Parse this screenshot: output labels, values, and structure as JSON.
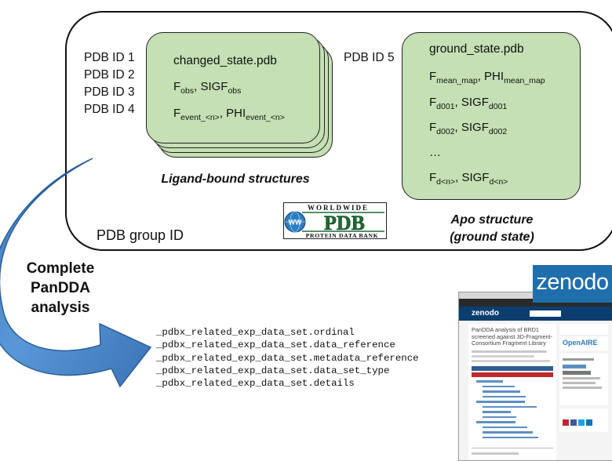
{
  "group_box": {
    "label": "PDB group ID"
  },
  "ligand_bound": {
    "ids": [
      "PDB ID 1",
      "PDB ID 2",
      "PDB ID 3",
      "PDB ID 4"
    ],
    "file": "changed_state.pdb",
    "fobs": {
      "main": "F",
      "sub": "obs",
      "sep": ", ",
      "main2": "SIGF",
      "sub2": "obs"
    },
    "fevent": {
      "main": "F",
      "sub": "event_<n>",
      "sep": ", ",
      "main2": "PHI",
      "sub2": "event_<n>"
    },
    "caption": "Ligand-bound  structures"
  },
  "apo": {
    "id": "PDB ID 5",
    "file": "ground_state.pdb",
    "rows": [
      {
        "main": "F",
        "sub": "mean_map",
        "sep": ", ",
        "main2": "PHI",
        "sub2": "mean_map"
      },
      {
        "main": "F",
        "sub": "d001",
        "sep": ", ",
        "main2": "SIGF",
        "sub2": "d001"
      },
      {
        "main": "F",
        "sub": "d002",
        "sep": ", ",
        "main2": "SIGF",
        "sub2": "d002"
      },
      {
        "main": "…",
        "sub": "",
        "sep": "",
        "main2": "",
        "sub2": ""
      },
      {
        "main": "F",
        "sub": "d<n>",
        "sep": ", ",
        "main2": "SIGF",
        "sub2": "d<n>"
      }
    ],
    "caption_line1": "Apo structure",
    "caption_line2": "(ground state)"
  },
  "wwpdb_logo": {
    "top": "WORLDWIDE",
    "middle": "PDB",
    "bottom": "PROTEIN DATA BANK",
    "badge": "WW"
  },
  "arrow": {
    "line1": "Complete",
    "line2": "PanDDA",
    "line3": "analysis"
  },
  "mmcif_items": [
    "_pdbx_related_exp_data_set.ordinal",
    "_pdbx_related_exp_data_set.data_reference",
    "_pdbx_related_exp_data_set.metadata_reference",
    "_pdbx_related_exp_data_set.data_set_type",
    "_pdbx_related_exp_data_set.details"
  ],
  "zenodo": {
    "logo": "zenodo",
    "page_title": "PanDDA analysis of BRD1 screened against 3D-Fragment-Consortium Fragment Library",
    "openaire": "OpenAIRE",
    "colors": {
      "brand": "#1f6fad",
      "header": "#0b3e6f",
      "link": "#2a7bbf"
    }
  },
  "colors": {
    "green": "#c5e0b4",
    "arrow": "#4a86c8",
    "arrow_dark": "#2f6aa8"
  }
}
